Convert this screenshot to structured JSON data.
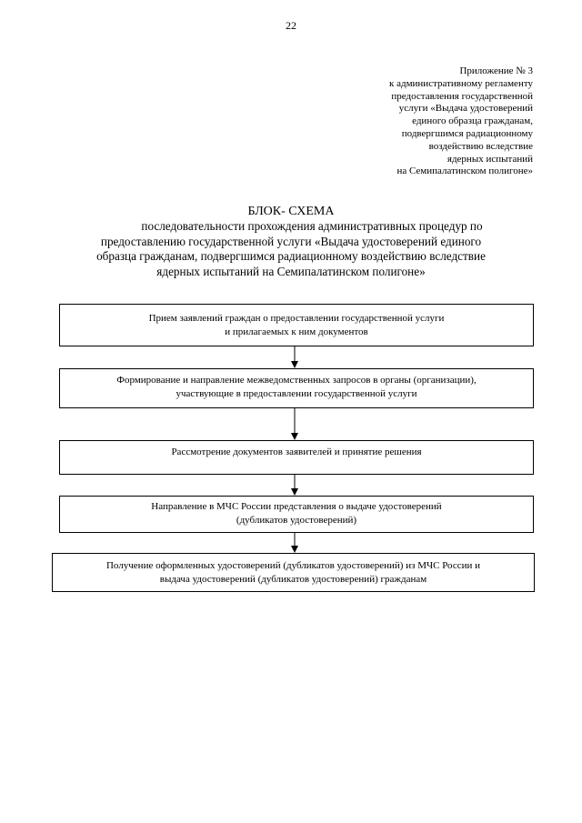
{
  "page_number": "22",
  "appendix": {
    "lines": [
      "Приложение № 3",
      "к административному регламенту",
      "предоставления государственной",
      "услуги «Выдача удостоверений",
      "единого образца гражданам,",
      "подвергшимся радиационному",
      "воздействию вследствие",
      "ядерных испытаний",
      "на Семипалатинском полигоне»"
    ]
  },
  "scheme": {
    "title": "БЛОК- СХЕМА",
    "subtitle_lines": [
      "последовательности прохождения административных процедур по",
      "предоставлению государственной услуги «Выдача удостоверений единого",
      "образца гражданам, подвергшимся радиационному воздействию вследствие",
      "ядерных испытаний на Семипалатинском полигоне»"
    ]
  },
  "steps": [
    {
      "lines": [
        "Прием заявлений граждан о предоставлении государственной услуги",
        "и прилагаемых к ним документов"
      ]
    },
    {
      "lines": [
        "Формирование и направление межведомственных запросов в органы (организации),",
        "участвующие в предоставлении государственной услуги"
      ]
    },
    {
      "lines": [
        "Рассмотрение документов заявителей и принятие решения"
      ]
    },
    {
      "lines": [
        "Направление в МЧС России представления о выдаче удостоверений",
        "(дубликатов удостоверений)"
      ]
    },
    {
      "lines": [
        "Получение оформленных удостоверений (дубликатов удостоверений) из МЧС России и",
        "выдача удостоверений (дубликатов удостоверений) гражданам"
      ]
    }
  ]
}
